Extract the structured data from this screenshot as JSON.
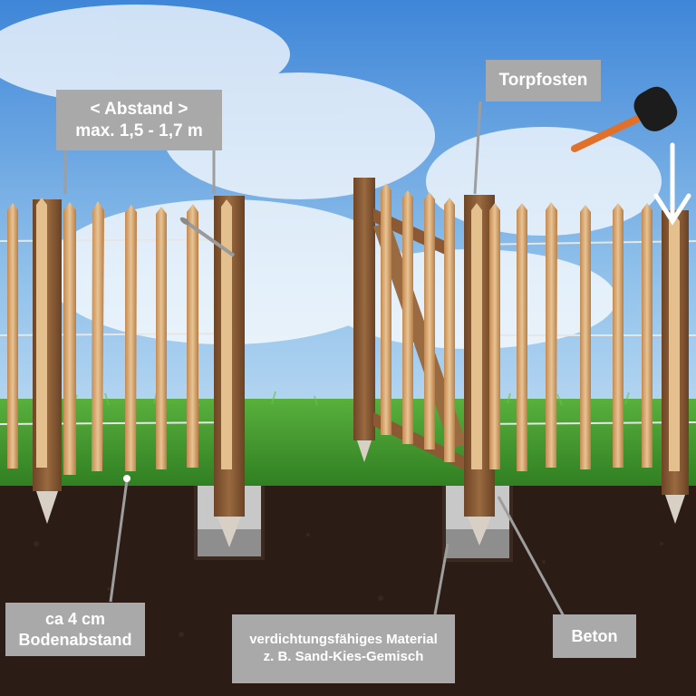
{
  "labels": {
    "abstand": {
      "line1": "< Abstand >",
      "line2": "max. 1,5 - 1,7 m"
    },
    "torpfosten": {
      "text": "Torpfosten"
    },
    "bodenabstand": {
      "line1": "ca 4 cm",
      "line2": "Bodenabstand"
    },
    "material": {
      "line1": "verdichtungsfähiges Material",
      "line2": "z. B. Sand-Kies-Gemisch"
    },
    "beton": {
      "text": "Beton"
    }
  },
  "colors": {
    "label_bg": "#a9a9a9",
    "sky_top": "#3f86d8",
    "grass": "#3f9a2e",
    "soil": "#2b1c16",
    "post_wood": "#8b5a34",
    "picket_wood": "#d9b07a"
  },
  "icons": [
    "hammer-icon",
    "nail-icon",
    "down-arrow-icon"
  ]
}
